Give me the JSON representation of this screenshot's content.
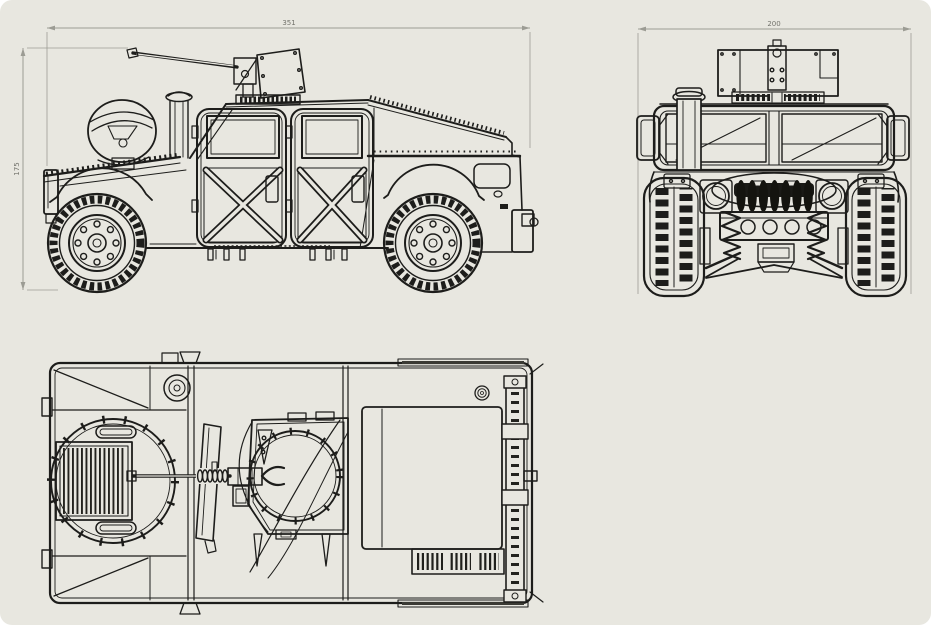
{
  "dimensions": {
    "length_label": "351",
    "width_label": "200",
    "height_label": "175"
  },
  "colors": {
    "background": "#e8e7e0",
    "line": "#1d1d1b",
    "dimension_line": "#9c9c94",
    "dimension_text": "#73736c"
  }
}
